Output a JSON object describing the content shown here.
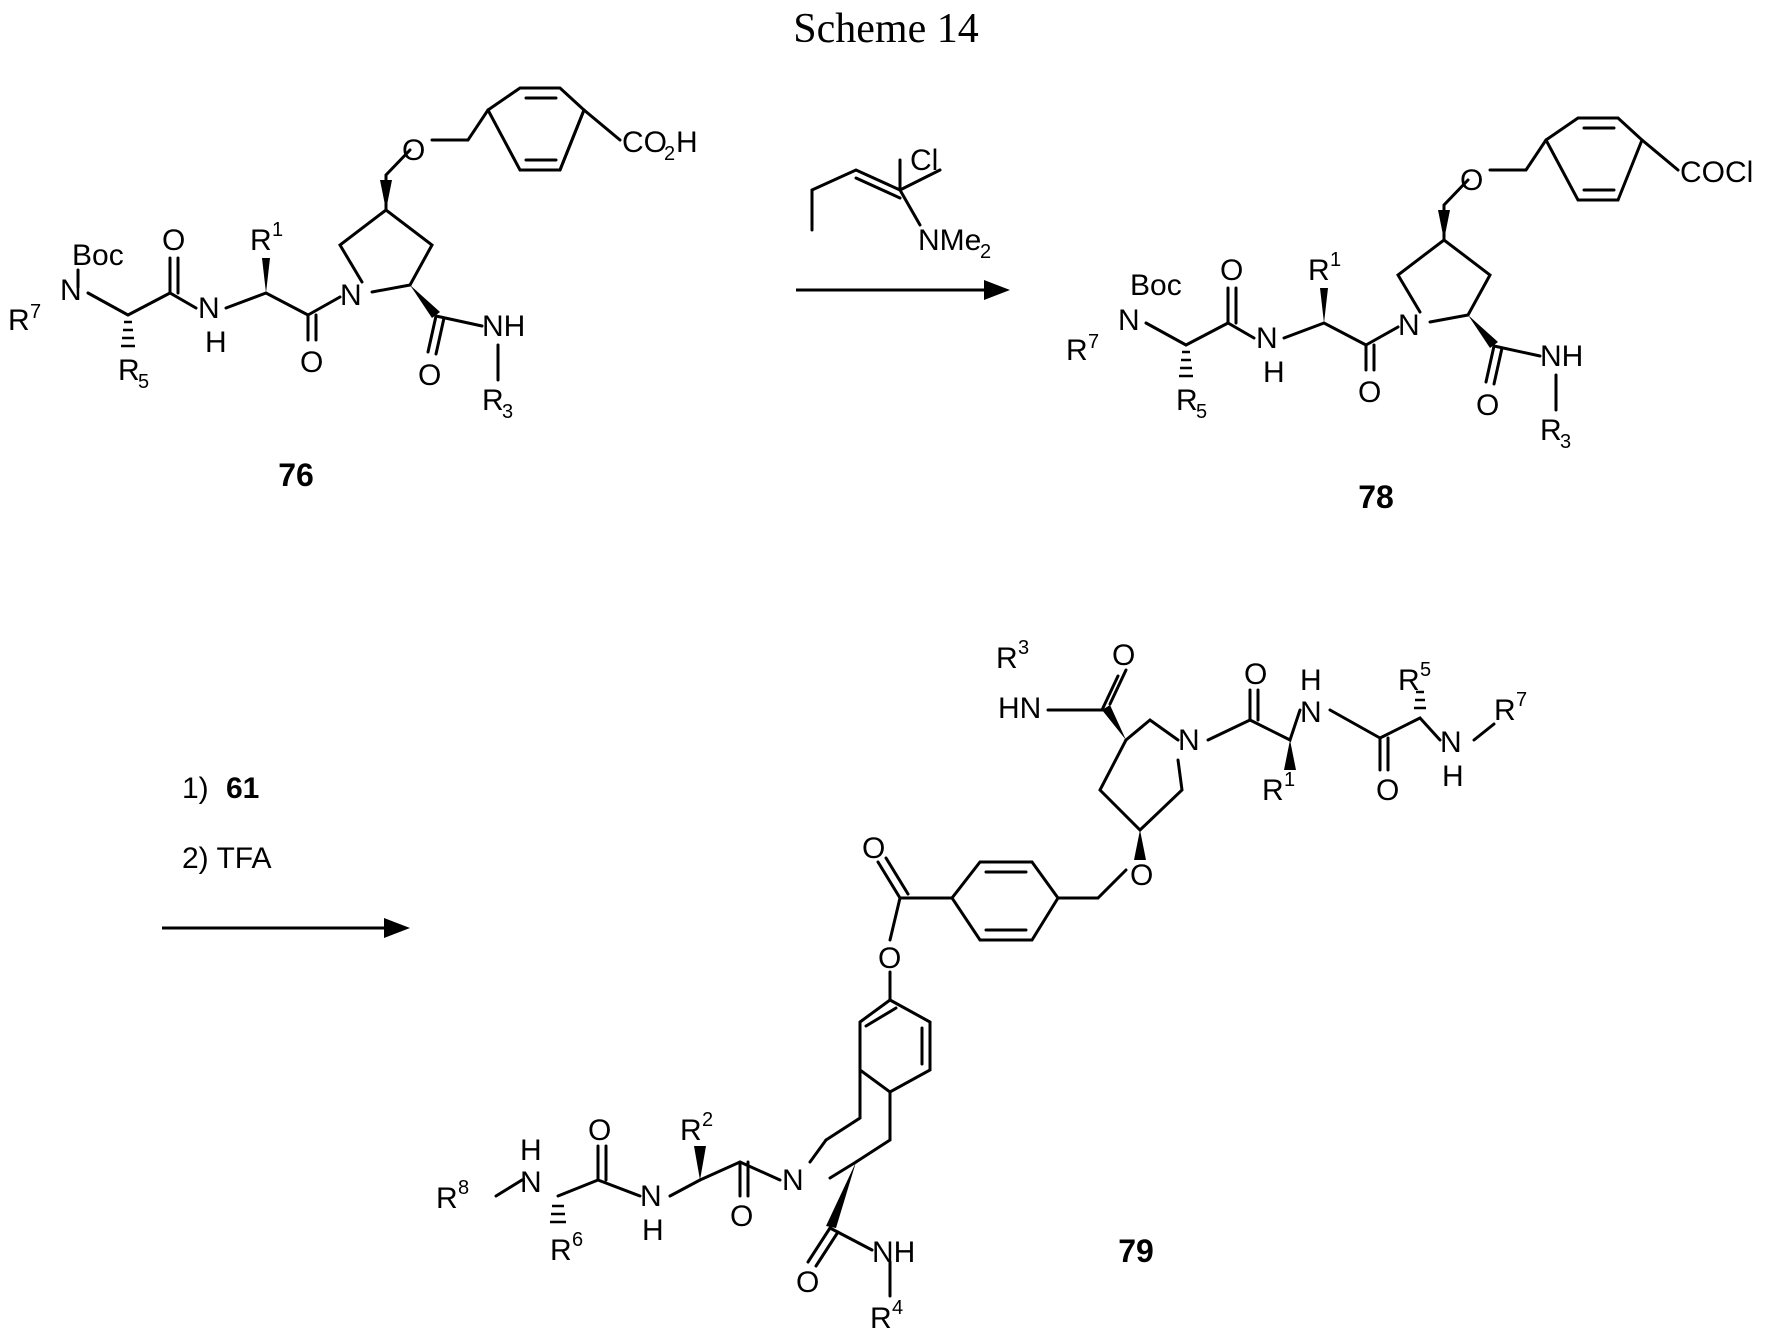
{
  "title": "Scheme 14",
  "compounds": {
    "c76": {
      "label": "76",
      "acid": "CO",
      "acid_sub": "2",
      "acid_end": "H"
    },
    "c78": {
      "label": "78",
      "acid": "COCl"
    },
    "c79": {
      "label": "79"
    }
  },
  "reagent1": {
    "cl": "Cl",
    "nme": "NMe",
    "nme_sub": "2"
  },
  "conditions2": {
    "step1_num": "1)",
    "step1_ref": "61",
    "step2": "2) TFA"
  },
  "atoms": {
    "boc": "Boc",
    "R": "R",
    "N": "N",
    "H": "H",
    "O": "O",
    "NH": "NH",
    "HN": "HN",
    "s1": "1",
    "s2": "2",
    "s3": "3",
    "s4": "4",
    "s5": "5",
    "s6": "6",
    "s7": "7",
    "s8": "8"
  }
}
